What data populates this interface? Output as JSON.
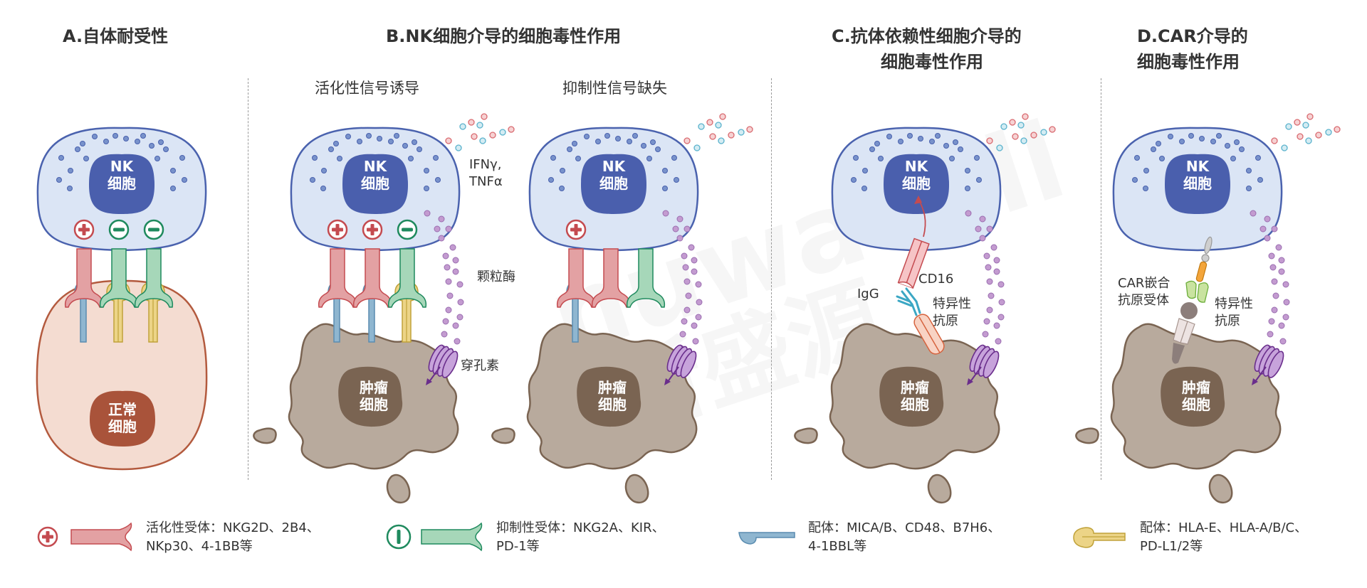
{
  "watermark": {
    "brand": "nuwacell",
    "cn": "新盛源"
  },
  "panels": {
    "a": {
      "title": "A.自体耐受性",
      "nk_label_1": "NK",
      "nk_label_2": "细胞",
      "normal_label_1": "正常",
      "normal_label_2": "细胞"
    },
    "b": {
      "title": "B.NK细胞介导的细胞毒性作用",
      "left_subtitle": "活化性信号诱导",
      "right_subtitle": "抑制性信号缺失",
      "cytokines_1": "IFNγ,",
      "cytokines_2": "TNFα",
      "granzyme": "颗粒酶",
      "perforin": "穿孔素"
    },
    "c": {
      "title_1": "C.抗体依赖性细胞介导的",
      "title_2": "细胞毒性作用",
      "cd16": "CD16",
      "igg": "IgG",
      "antigen_1": "特异性",
      "antigen_2": "抗原"
    },
    "d": {
      "title_1": "D.CAR介导的",
      "title_2": "细胞毒性作用",
      "car_1": "CAR嵌合",
      "car_2": "抗原受体",
      "antigen_1": "特异性",
      "antigen_2": "抗原"
    },
    "common": {
      "nk_1": "NK",
      "nk_2": "细胞",
      "tumor_1": "肿瘤",
      "tumor_2": "细胞"
    }
  },
  "legend": [
    {
      "icon": "plus-circle-icon",
      "text_1": "活化性受体：NKG2D、2B4、",
      "text_2": "NKp30、4-1BB等"
    },
    {
      "icon": "minus-circle-icon",
      "text_1": "抑制性受体：NKG2A、KIR、",
      "text_2": "PD-1等"
    },
    {
      "icon": "ligand-blue-icon",
      "text_1": "配体：MICA/B、CD48、B7H6、",
      "text_2": "4-1BBL等"
    },
    {
      "icon": "ligand-yellow-icon",
      "text_1": "配体：HLA-E、HLA-A/B/C、",
      "text_2": "PD-L1/2等"
    }
  ],
  "colors": {
    "nk_cell_fill": "#dbe5f5",
    "nk_cell_stroke": "#4a62ae",
    "nk_nucleus": "#4a5fad",
    "activating": "#e3a1a3",
    "activating_stroke": "#c44b50",
    "inhibitory": "#a6d7b9",
    "inhibitory_stroke": "#1f8a5e",
    "ligand_blue": "#8fb6d0",
    "ligand_yellow": "#ecd487",
    "tumor_fill": "#b8aa9d",
    "tumor_nucleus": "#7a6452",
    "tumor_stroke": "#7a6452",
    "normal_fill": "#f4dcd1",
    "normal_stroke": "#b35a3e",
    "normal_nucleus": "#a9533a",
    "granule": "#c39bd0",
    "perforin": "#b88bd0",
    "legend_bg": "#e9e9e9"
  }
}
